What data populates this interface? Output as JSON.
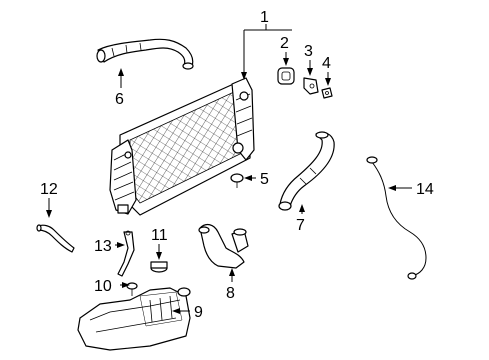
{
  "diagram": {
    "callouts": [
      {
        "id": "1",
        "label": "1"
      },
      {
        "id": "2",
        "label": "2"
      },
      {
        "id": "3",
        "label": "3"
      },
      {
        "id": "4",
        "label": "4"
      },
      {
        "id": "5",
        "label": "5"
      },
      {
        "id": "6",
        "label": "6"
      },
      {
        "id": "7",
        "label": "7"
      },
      {
        "id": "8",
        "label": "8"
      },
      {
        "id": "9",
        "label": "9"
      },
      {
        "id": "10",
        "label": "10"
      },
      {
        "id": "11",
        "label": "11"
      },
      {
        "id": "12",
        "label": "12"
      },
      {
        "id": "13",
        "label": "13"
      },
      {
        "id": "14",
        "label": "14"
      }
    ],
    "parts": [
      {
        "id": "radiator",
        "icon": "radiator-icon"
      },
      {
        "id": "upper-hose-left",
        "icon": "hose-icon"
      },
      {
        "id": "clamp-2",
        "icon": "clamp-icon"
      },
      {
        "id": "bracket-3",
        "icon": "bracket-icon"
      },
      {
        "id": "clip-4",
        "icon": "clip-icon"
      },
      {
        "id": "bolt-5",
        "icon": "bolt-icon"
      },
      {
        "id": "lower-hose-7",
        "icon": "hose-icon"
      },
      {
        "id": "outlet-8",
        "icon": "outlet-icon"
      },
      {
        "id": "reservoir-9",
        "icon": "reservoir-icon"
      },
      {
        "id": "bolt-10",
        "icon": "bolt-icon"
      },
      {
        "id": "cap-11",
        "icon": "cap-icon"
      },
      {
        "id": "tube-12",
        "icon": "tube-icon"
      },
      {
        "id": "tube-13",
        "icon": "tube-icon"
      },
      {
        "id": "line-14",
        "icon": "line-icon"
      }
    ]
  }
}
